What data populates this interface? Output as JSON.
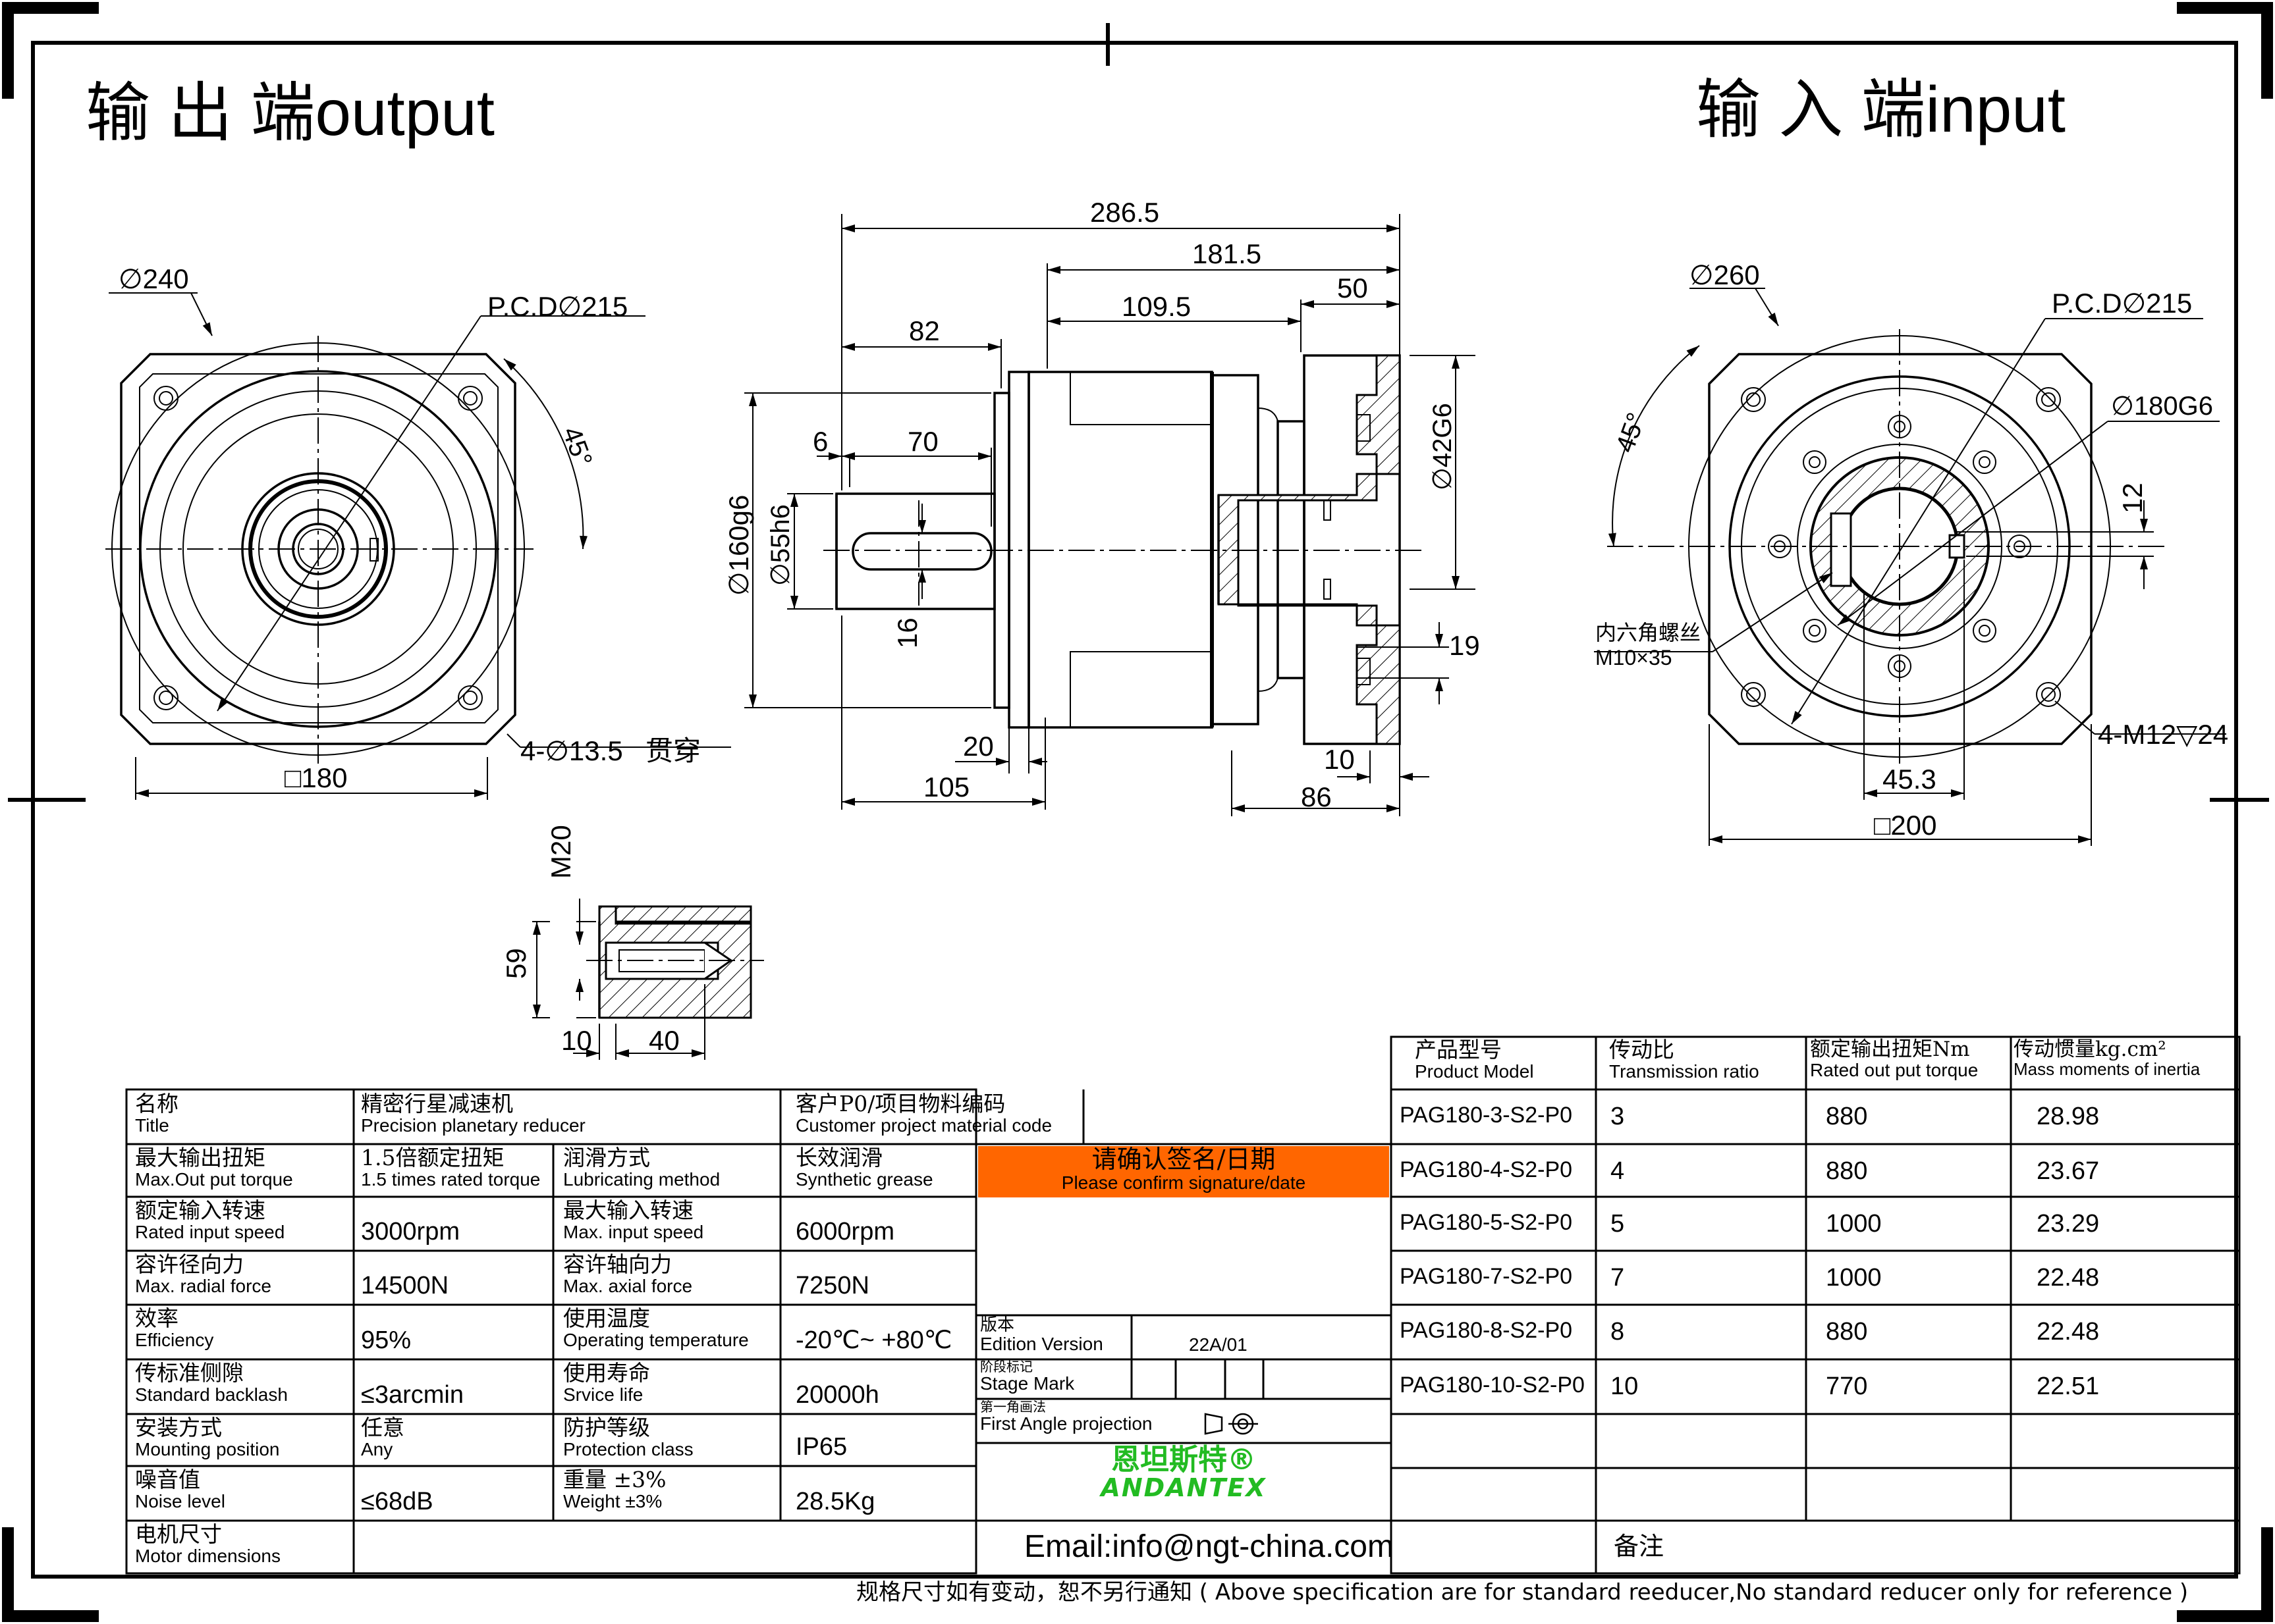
{
  "titles": {
    "output": "输 出 端output",
    "input": "输 入 端input"
  },
  "dims": {
    "out_d240": "∅240",
    "out_pcd": "P.C.D∅215",
    "out_angle": "45°",
    "out_holes": "4-∅13.5",
    "out_holes_cn": "贯穿",
    "out_square": "□180",
    "side_286": "286.5",
    "side_181": "181.5",
    "side_109": "109.5",
    "side_50": "50",
    "side_82": "82",
    "side_6": "6",
    "side_70": "70",
    "side_160": "∅160g6",
    "side_55": "∅55h6",
    "side_16": "16",
    "side_42": "∅42G6",
    "side_19": "19",
    "side_20": "20",
    "side_105": "105",
    "side_10": "10",
    "side_86": "86",
    "in_d260": "∅260",
    "in_pcd": "P.C.D∅215",
    "in_angle": "45°",
    "in_180": "∅180G6",
    "in_12": "12",
    "in_screw_cn": "内六角螺丝",
    "in_screw": "M10×35",
    "in_holes": "4-M12▽24",
    "in_453": "45.3",
    "in_square": "□200",
    "det_m20": "M20",
    "det_59": "59",
    "det_10": "10",
    "det_40": "40"
  },
  "spec": {
    "title_cn": "名称",
    "title_en": "Title",
    "product_cn": "精密行星减速机",
    "product_en": "Precision planetary reducer",
    "customer_cn": "客户P0/项目物料编码",
    "customer_en": "Customer project material code",
    "rows": [
      {
        "l1cn": "最大输出扭矩",
        "l1en": "Max.Out put torque",
        "v1cn": "1.5倍额定扭矩",
        "v1en": "1.5 times rated torque",
        "l2cn": "润滑方式",
        "l2en": "Lubricating method",
        "v2cn": "长效润滑",
        "v2en": "Synthetic grease"
      },
      {
        "l1cn": "额定输入转速",
        "l1en": "Rated input speed",
        "v1": "3000rpm",
        "l2cn": "最大输入转速",
        "l2en": "Max. input speed",
        "v2": "6000rpm"
      },
      {
        "l1cn": "容许径向力",
        "l1en": "Max. radial force",
        "v1": "14500N",
        "l2cn": "容许轴向力",
        "l2en": "Max. axial force",
        "v2": "7250N"
      },
      {
        "l1cn": "效率",
        "l1en": "Efficiency",
        "v1": "95%",
        "l2cn": "使用温度",
        "l2en": "Operating temperature",
        "v2": "-20℃~ +80℃"
      },
      {
        "l1cn": "传标准侧隙",
        "l1en": "Standard backlash",
        "v1": "≤3arcmin",
        "l2cn": "使用寿命",
        "l2en": "Srvice life",
        "v2": "20000h"
      },
      {
        "l1cn": "安装方式",
        "l1en": "Mounting position",
        "v1": "任意",
        "v1b": "Any",
        "l2cn": "防护等级",
        "l2en": "Protection class",
        "v2": "IP65"
      },
      {
        "l1cn": "噪音值",
        "l1en": "Noise level",
        "v1": "≤68dB",
        "l2cn": "重量 ±3%",
        "l2en": "Weight ±3%",
        "v2": "28.5Kg"
      },
      {
        "l1cn": "电机尺寸",
        "l1en": "Motor dimensions"
      }
    ],
    "confirm_cn": "请确认签名/日期",
    "confirm_en": "Please confirm signature/date",
    "edition_cn": "版本",
    "edition_en": "Edition Version",
    "edition_val": "22A/01",
    "stage_cn": "阶段标记",
    "stage_en": "Stage Mark",
    "angle_cn": "第一角画法",
    "angle_en": "First Angle projection",
    "brand_cn": "恩坦斯特®",
    "brand_en": "ANDANTEX",
    "email": "Email:info@ngt-china.com",
    "remark": "备注"
  },
  "models": {
    "header": {
      "model_cn": "产品型号",
      "model_en": "Product Model",
      "ratio_cn": "传动比",
      "ratio_en": "Transmission ratio",
      "torque_cn": "额定输出扭矩Nm",
      "torque_en": "Rated out put torque",
      "inertia_cn": "传动惯量kg.cm²",
      "inertia_en": "Mass moments of inertia"
    },
    "rows": [
      {
        "model": "PAG180-3-S2-P0",
        "ratio": "3",
        "torque": "880",
        "inertia": "28.98"
      },
      {
        "model": "PAG180-4-S2-P0",
        "ratio": "4",
        "torque": "880",
        "inertia": "23.67"
      },
      {
        "model": "PAG180-5-S2-P0",
        "ratio": "5",
        "torque": "1000",
        "inertia": "23.29"
      },
      {
        "model": "PAG180-7-S2-P0",
        "ratio": "7",
        "torque": "1000",
        "inertia": "22.48"
      },
      {
        "model": "PAG180-8-S2-P0",
        "ratio": "8",
        "torque": "880",
        "inertia": "22.48"
      },
      {
        "model": "PAG180-10-S2-P0",
        "ratio": "10",
        "torque": "770",
        "inertia": "22.51"
      }
    ]
  },
  "footer": "规格尺寸如有变动，恕不另行通知 ( Above specification are for standard reeducer,No standard reducer only for reference )",
  "colors": {
    "confirm_bg": "#ff6600",
    "brand_green": "#22bb22",
    "line": "#000000"
  }
}
